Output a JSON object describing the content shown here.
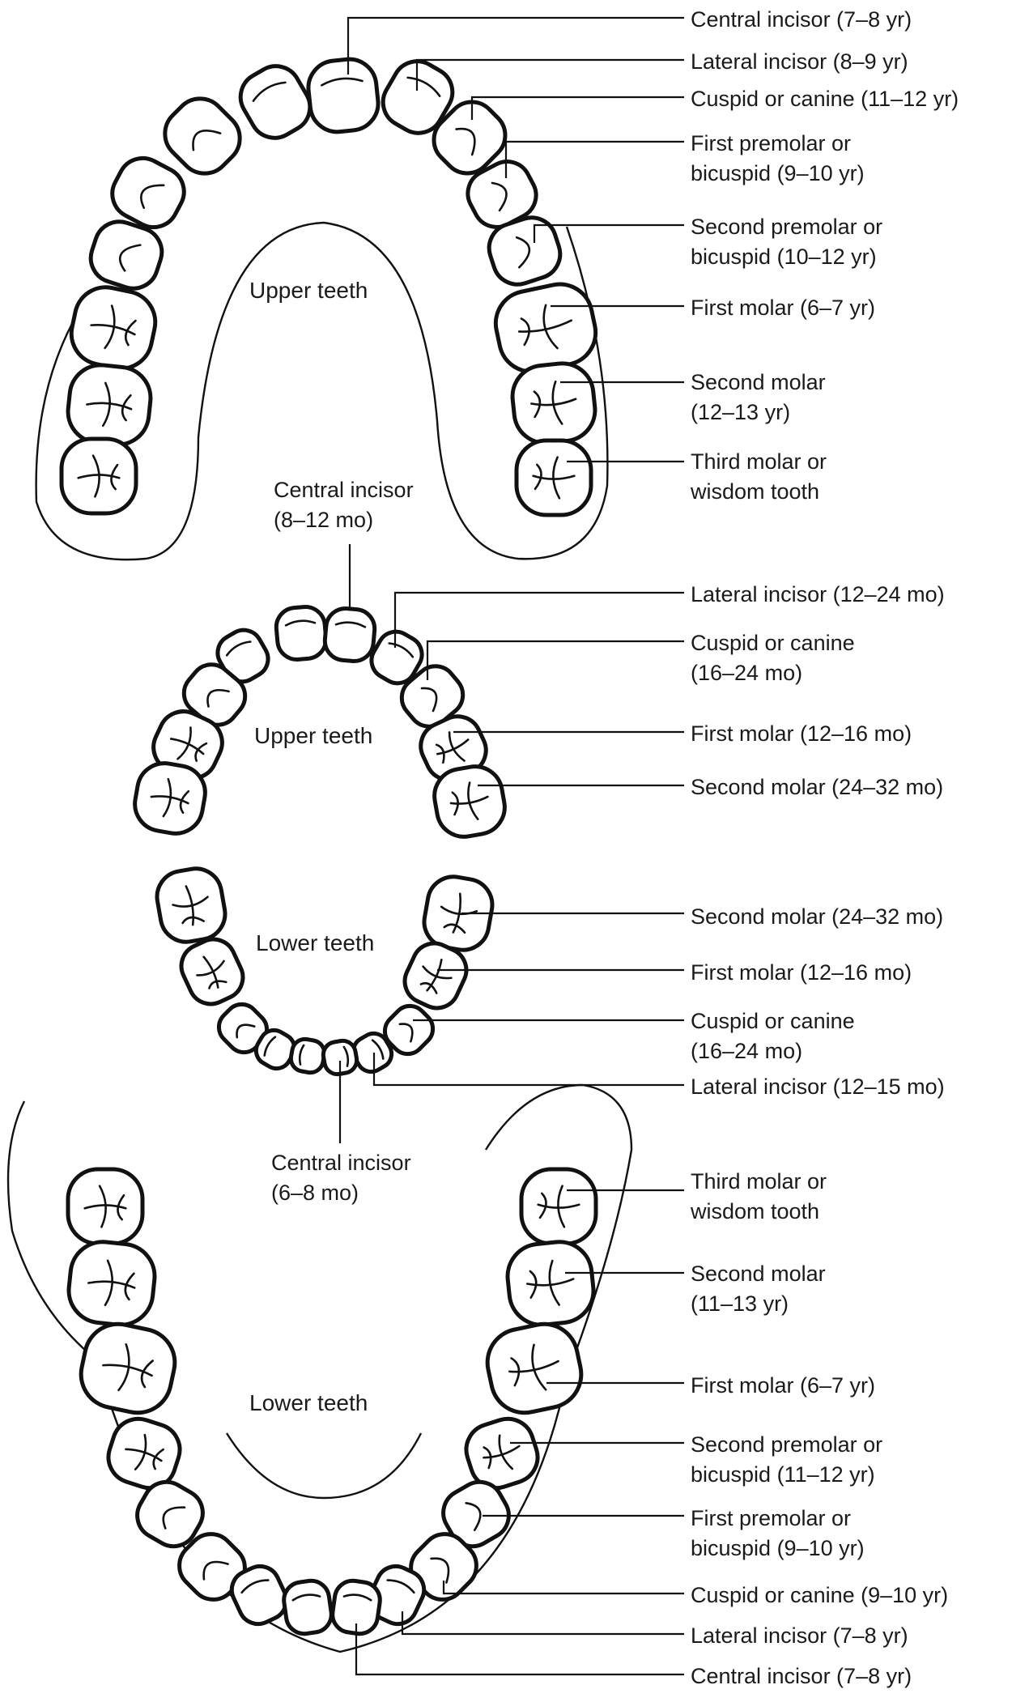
{
  "regions": {
    "permanent_upper": "Upper teeth",
    "primary_upper": "Upper teeth",
    "primary_lower": "Lower teeth",
    "permanent_lower": "Lower teeth"
  },
  "permanent_upper": [
    {
      "line1": "Central incisor (7–8 yr)",
      "line2": ""
    },
    {
      "line1": "Lateral incisor (8–9 yr)",
      "line2": ""
    },
    {
      "line1": "Cuspid or canine (11–12 yr)",
      "line2": ""
    },
    {
      "line1": "First premolar or",
      "line2": "bicuspid (9–10 yr)"
    },
    {
      "line1": "Second premolar or",
      "line2": "bicuspid (10–12 yr)"
    },
    {
      "line1": "First molar (6–7 yr)",
      "line2": ""
    },
    {
      "line1": "Second molar",
      "line2": "(12–13 yr)"
    },
    {
      "line1": "Third molar or",
      "line2": "wisdom tooth"
    }
  ],
  "primary_upper": {
    "central": {
      "line1": "Central incisor",
      "line2": "(8–12 mo)"
    },
    "items": [
      {
        "line1": "Lateral incisor (12–24 mo)",
        "line2": ""
      },
      {
        "line1": "Cuspid or canine",
        "line2": "(16–24 mo)"
      },
      {
        "line1": "First molar (12–16 mo)",
        "line2": ""
      },
      {
        "line1": "Second molar (24–32 mo)",
        "line2": ""
      }
    ]
  },
  "primary_lower": {
    "items": [
      {
        "line1": "Second molar (24–32 mo)",
        "line2": ""
      },
      {
        "line1": "First molar (12–16 mo)",
        "line2": ""
      },
      {
        "line1": "Cuspid or canine",
        "line2": "(16–24 mo)"
      },
      {
        "line1": "Lateral incisor (12–15 mo)",
        "line2": ""
      }
    ],
    "central": {
      "line1": "Central incisor",
      "line2": "(6–8 mo)"
    }
  },
  "permanent_lower": [
    {
      "line1": "Third molar or",
      "line2": "wisdom tooth"
    },
    {
      "line1": "Second molar",
      "line2": "(11–13 yr)"
    },
    {
      "line1": "First molar (6–7 yr)",
      "line2": ""
    },
    {
      "line1": "Second premolar or",
      "line2": "bicuspid (11–12 yr)"
    },
    {
      "line1": "First premolar or",
      "line2": "bicuspid (9–10 yr)"
    },
    {
      "line1": "Cuspid or canine (9–10 yr)",
      "line2": ""
    },
    {
      "line1": "Lateral incisor (7–8 yr)",
      "line2": ""
    },
    {
      "line1": "Central incisor (7–8 yr)",
      "line2": ""
    }
  ]
}
